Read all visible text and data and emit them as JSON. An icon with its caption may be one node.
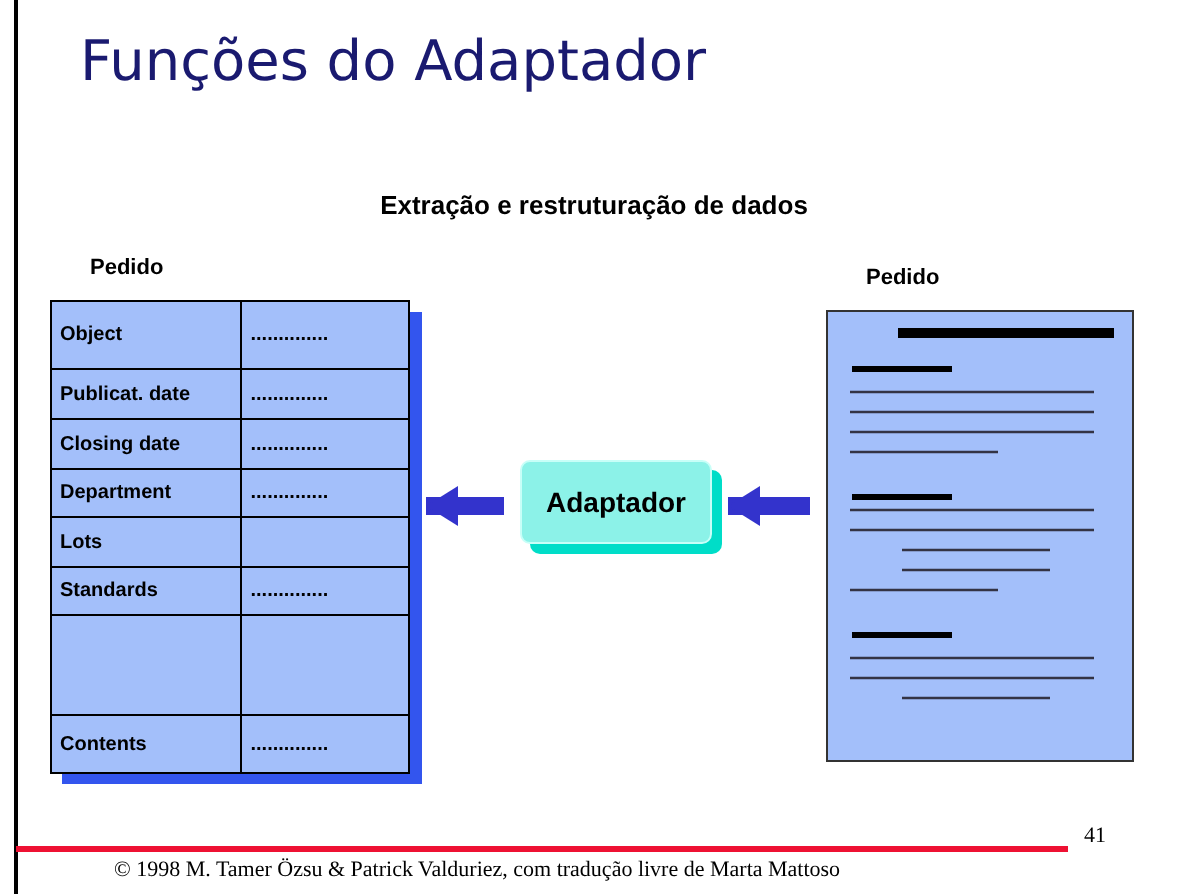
{
  "diagram": {
    "title": "Funções do Adaptador",
    "nodes": [
      {
        "text": [
          "Pedido"
        ]
      },
      {
        "text": [
          "Adaptador"
        ]
      },
      {
        "text": [
          "Pedido"
        ]
      }
    ],
    "edges": [
      {
        "from": 2,
        "to": 1,
        "arrow": "to"
      },
      {
        "from": 1,
        "to": 0,
        "arrow": "to"
      }
    ],
    "labels": [
      "Extração e restruturação de dados",
      "Object",
      "..............",
      "Publicat. date",
      "..............",
      "Closing date",
      "..............",
      "Department",
      "..............",
      "Lots",
      "Standards",
      "..............",
      "Contents",
      "..............",
      "41",
      "© 1998 M. Tamer Özsu & Patrick Valduriez, com tradução livre de Marta Mattoso"
    ]
  }
}
